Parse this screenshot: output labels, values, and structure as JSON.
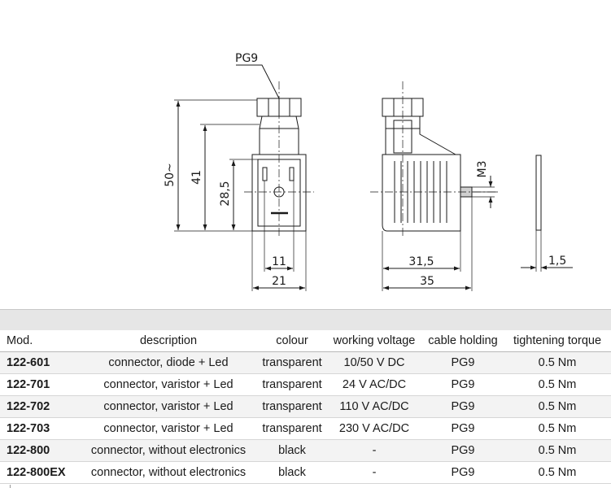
{
  "drawing": {
    "labels": {
      "pg9": "PG9",
      "height_total": "50~",
      "height_body": "41",
      "height_inner": "28,5",
      "width_inner": "11",
      "width_front": "21",
      "width_side_inner": "31,5",
      "width_side": "35",
      "thread": "M3",
      "thickness": "1,5"
    }
  },
  "table": {
    "columns": [
      "Mod.",
      "description",
      "colour",
      "working voltage",
      "cable holding",
      "tightening torque"
    ],
    "rows": [
      {
        "mod": "122-601",
        "description": "connector, diode + Led",
        "colour": "transparent",
        "voltage": "10/50 V DC",
        "cable": "PG9",
        "torque": "0.5 Nm"
      },
      {
        "mod": "122-701",
        "description": "connector, varistor + Led",
        "colour": "transparent",
        "voltage": "24 V AC/DC",
        "cable": "PG9",
        "torque": "0.5 Nm"
      },
      {
        "mod": "122-702",
        "description": "connector, varistor + Led",
        "colour": "transparent",
        "voltage": "110 V AC/DC",
        "cable": "PG9",
        "torque": "0.5 Nm"
      },
      {
        "mod": "122-703",
        "description": "connector, varistor + Led",
        "colour": "transparent",
        "voltage": "230 V AC/DC",
        "cable": "PG9",
        "torque": "0.5 Nm"
      },
      {
        "mod": "122-800",
        "description": "connector, without electronics",
        "colour": "black",
        "voltage": "-",
        "cable": "PG9",
        "torque": "0.5 Nm"
      },
      {
        "mod": "122-800EX",
        "description": "connector, without electronics",
        "colour": "black",
        "voltage": "-",
        "cable": "PG9",
        "torque": "0.5 Nm"
      }
    ]
  }
}
